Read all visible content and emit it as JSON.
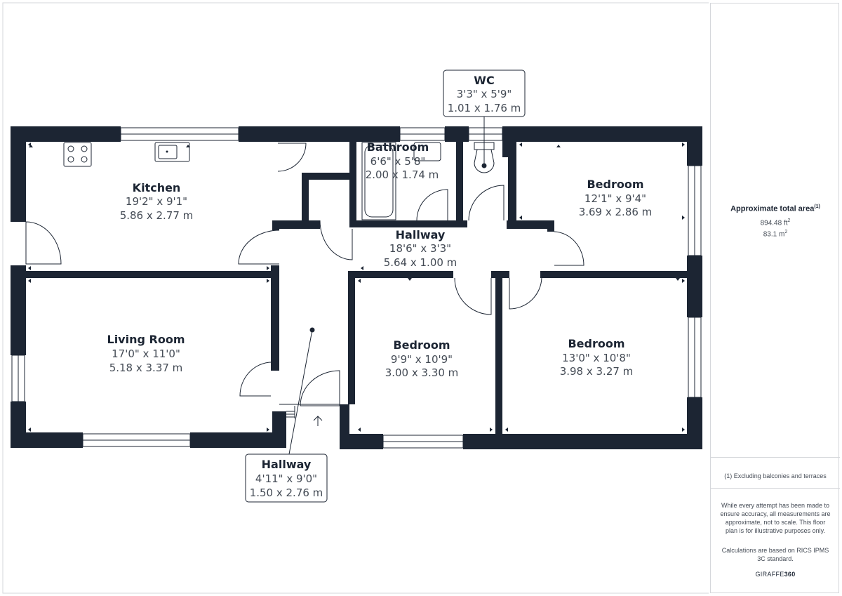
{
  "rooms": {
    "kitchen": {
      "name": "Kitchen",
      "imperial": "19'2\" x 9'1\"",
      "metric": "5.86 x 2.77 m"
    },
    "bathroom": {
      "name": "Bathroom",
      "imperial": "6'6\" x 5'8\"",
      "metric": "2.00 x 1.74 m"
    },
    "wc": {
      "name": "WC",
      "imperial": "3'3\" x 5'9\"",
      "metric": "1.01 x 1.76 m"
    },
    "bedroom_ne": {
      "name": "Bedroom",
      "imperial": "12'1\" x 9'4\"",
      "metric": "3.69 x 2.86 m"
    },
    "hallway_main": {
      "name": "Hallway",
      "imperial": "18'6\" x 3'3\"",
      "metric": "5.64 x 1.00 m"
    },
    "living_room": {
      "name": "Living Room",
      "imperial": "17'0\" x 11'0\"",
      "metric": "5.18 x 3.37 m"
    },
    "bedroom_mid": {
      "name": "Bedroom",
      "imperial": "9'9\" x 10'9\"",
      "metric": "3.00 x 3.30 m"
    },
    "bedroom_se": {
      "name": "Bedroom",
      "imperial": "13'0\" x 10'8\"",
      "metric": "3.98 x 3.27 m"
    },
    "hallway_entry": {
      "name": "Hallway",
      "imperial": "4'11\" x 9'0\"",
      "metric": "1.50 x 2.76 m"
    }
  },
  "sidebar": {
    "area_title": "Approximate total area",
    "area_note_mark": "(1)",
    "area_ft_value": "894.48 ft",
    "area_ft_unit_sup": "2",
    "area_m_value": "83.1 m",
    "area_m_unit_sup": "2",
    "footnote": "(1) Excluding balconies and terraces",
    "disclaimer": "While every attempt has been made to ensure accuracy, all measurements are approximate, not to scale. This floor plan is for illustrative purposes only.",
    "calculation_note": "Calculations are based on RICS IPMS 3C standard.",
    "brand_light": "GIRAFFE",
    "brand_bold": "360"
  },
  "colors": {
    "wall": "#1c2533",
    "text_dim": "#444b55",
    "background": "#ffffff"
  }
}
